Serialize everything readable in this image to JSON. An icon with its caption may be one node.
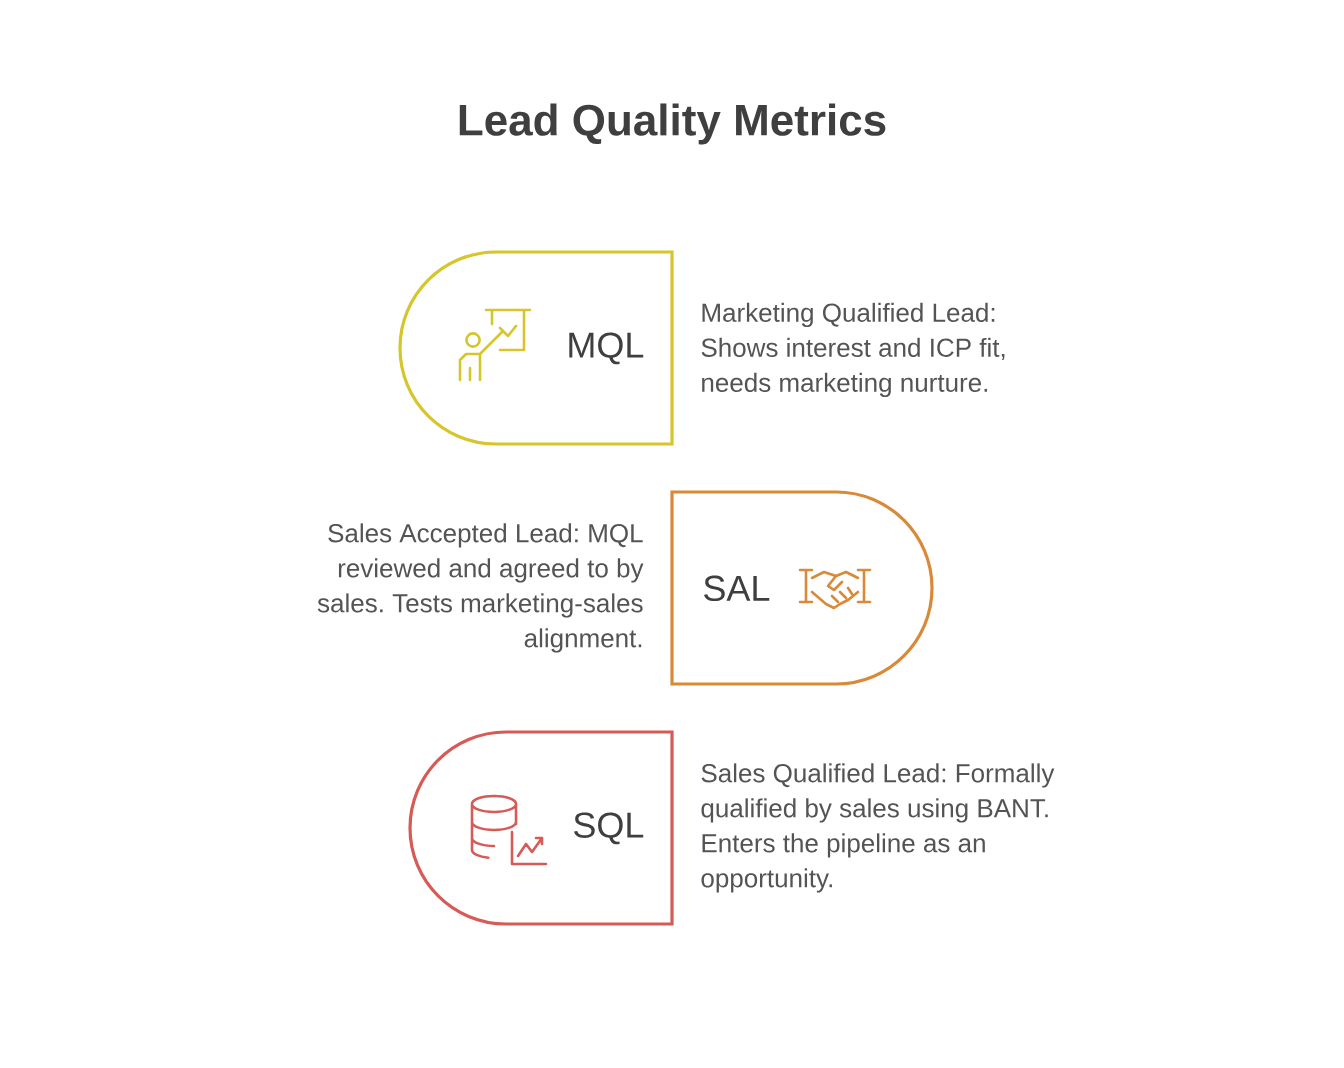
{
  "diagram": {
    "title": "Lead Quality Metrics",
    "nodes": [
      {
        "text": [
          "MQL"
        ],
        "beside": [
          "Marketing Qualified Lead: Shows interest and ICP fit, needs marketing nurture."
        ]
      },
      {
        "text": [
          "SAL"
        ],
        "beside": [
          "Sales Accepted Lead: MQL reviewed and agreed to by sales. Tests marketing-sales alignment."
        ]
      },
      {
        "text": [
          "SQL"
        ],
        "beside": [
          "Sales Qualified Lead: Formally qualified by sales using BANT. Enters the pipeline as an opportunity."
        ]
      }
    ]
  }
}
